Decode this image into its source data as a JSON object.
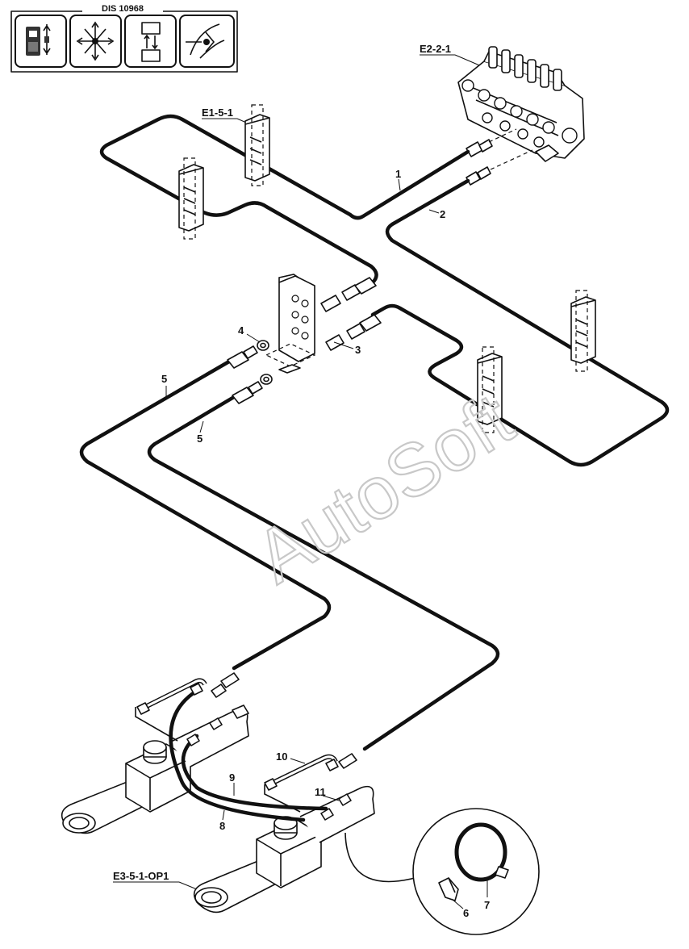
{
  "header": {
    "code": "DIS 10968"
  },
  "references": {
    "ref_e2": "E2-2-1",
    "ref_e1": "E1-5-1",
    "ref_e3": "E3-5-1-OP1"
  },
  "callouts": [
    "1",
    "2",
    "3",
    "4",
    "5",
    "5",
    "6",
    "7",
    "8",
    "9",
    "10",
    "11"
  ],
  "watermark": "AutoSoft",
  "icons": [
    "control-lever-icon",
    "arm-movement-icon",
    "cylinder-arrows-icon",
    "bucket-movement-icon"
  ]
}
